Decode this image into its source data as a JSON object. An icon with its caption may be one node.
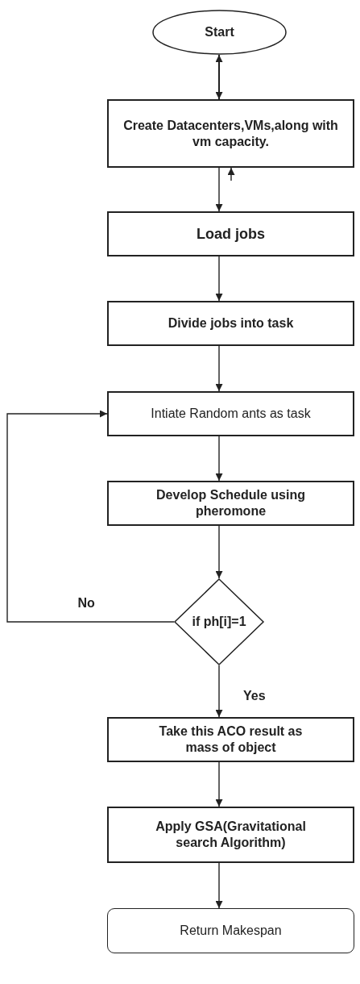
{
  "diagram": {
    "nodes": [
      {
        "text": [
          "Start"
        ]
      },
      {
        "text": [
          "Create Datacenters,VMs,along with vm capacity."
        ]
      },
      {
        "text": [
          "Load jobs"
        ]
      },
      {
        "text": [
          "Divide jobs into task"
        ]
      },
      {
        "text": [
          "Intiate Random ants as task"
        ]
      },
      {
        "text": [
          "Develop Schedule using pheromone"
        ]
      },
      {
        "text": [
          "if ph[i]=1"
        ]
      },
      {
        "text": [
          "Take this ACO result as mass of object"
        ]
      },
      {
        "text": [
          "Apply GSA(Gravitational search Algorithm)"
        ]
      },
      {
        "text": [
          "Return Makespan"
        ]
      }
    ],
    "edges": [
      {
        "from": 0,
        "to": 1,
        "arrow": "both"
      },
      {
        "from": null,
        "to": 1,
        "arrow": "to"
      },
      {
        "from": 1,
        "to": 2,
        "arrow": "to"
      },
      {
        "from": 2,
        "to": 3,
        "arrow": "to"
      },
      {
        "from": 3,
        "to": 4,
        "arrow": "to"
      },
      {
        "from": 4,
        "to": 5,
        "arrow": "to"
      },
      {
        "from": 5,
        "to": 6,
        "arrow": "to"
      },
      {
        "from": 6,
        "to": 4,
        "arrow": "to",
        "label": "No"
      },
      {
        "from": 6,
        "to": 7,
        "arrow": "to",
        "label": "Yes"
      },
      {
        "from": 7,
        "to": 8,
        "arrow": "to"
      },
      {
        "from": 8,
        "to": 9,
        "arrow": "to"
      }
    ]
  }
}
